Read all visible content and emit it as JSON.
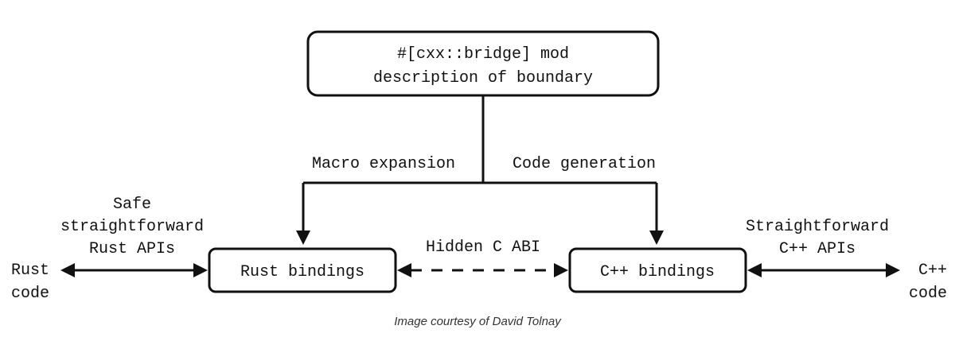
{
  "top_box": {
    "line1": "#[cxx::bridge] mod",
    "line2": "description of boundary"
  },
  "edges": {
    "macro_expansion": "Macro expansion",
    "code_generation": "Code generation",
    "hidden_abi": "Hidden C ABI"
  },
  "nodes": {
    "rust_bindings": "Rust bindings",
    "cpp_bindings": "C++ bindings"
  },
  "left": {
    "api_line1": "Safe",
    "api_line2": "straightforward",
    "api_line3": "Rust APIs",
    "code_line1": "Rust",
    "code_line2": "code"
  },
  "right": {
    "api_line1": "Straightforward",
    "api_line2": "C++ APIs",
    "code_line1": "C++",
    "code_line2": "code"
  },
  "credit": "Image courtesy of David Tolnay"
}
